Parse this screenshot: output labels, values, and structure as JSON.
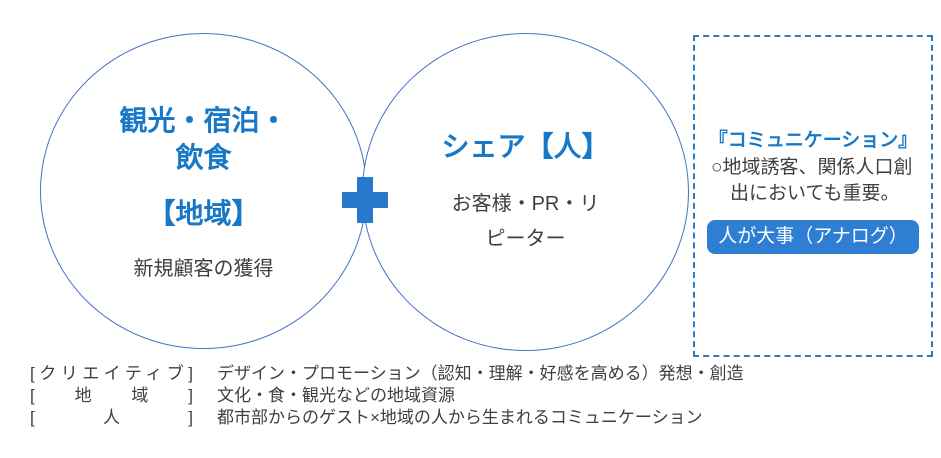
{
  "colors": {
    "accent_blue": "#1878C8",
    "circle_stroke": "#4472C4",
    "dashed_border": "#2E7BC2",
    "plus_blue": "#2878CE",
    "button_bg": "#2E7FD4",
    "button_text": "#FFFFFF",
    "text_dark": "#3F3F3F"
  },
  "left_circle": {
    "title": "観光・宿泊・\n飲食",
    "bracket_label": "【地域】",
    "subtitle": "新規顧客の獲得"
  },
  "right_circle": {
    "title": "シェア【人】",
    "subtitle": "お客様・PR・リ\nピーター"
  },
  "side_panel": {
    "title": "『コミュニケーション』",
    "body": "○地域誘客、関係人口創\n　出においても重要。",
    "button_label": "人が大事（アナログ）"
  },
  "legend": {
    "rows": [
      {
        "label": "[クリエイティブ]",
        "desc": "デザイン・プロモーション（認知・理解・好感を高める）発想・創造"
      },
      {
        "label": "[　地　域　]",
        "desc": "文化・食・観光などの地域資源"
      },
      {
        "label": "[　　人　　]",
        "desc": "都市部からのゲスト×地域の人から生まれるコミュニケーション"
      }
    ]
  }
}
